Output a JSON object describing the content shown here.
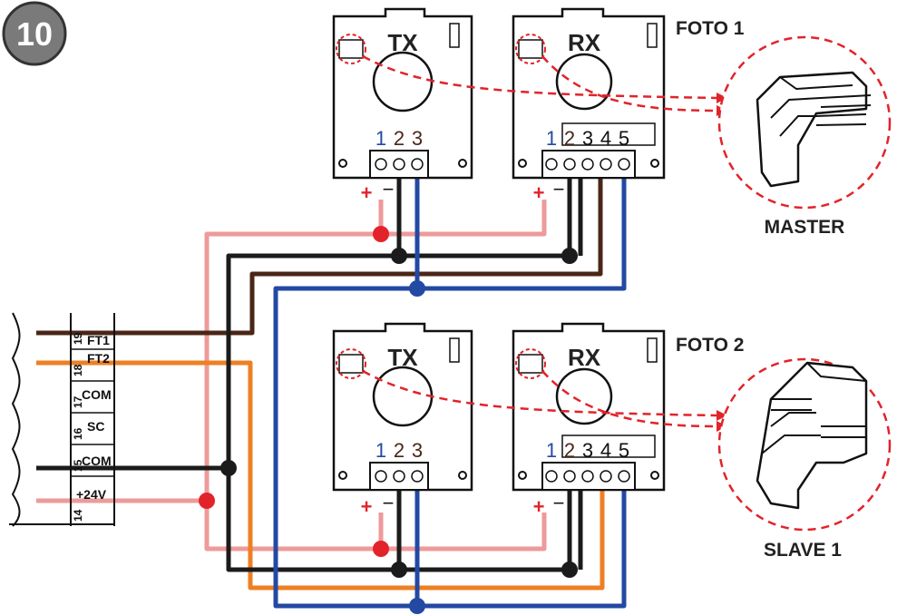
{
  "figure": {
    "step_number": "10",
    "photocell_1": {
      "label": "FOTO 1",
      "tx": "TX",
      "rx": "RX",
      "tx_terminals": [
        "1",
        "2",
        "3"
      ],
      "rx_terminals": [
        "1",
        "2",
        "3",
        "4",
        "5"
      ]
    },
    "photocell_2": {
      "label": "FOTO 2",
      "tx": "TX",
      "rx": "RX",
      "tx_terminals": [
        "1",
        "2",
        "3"
      ],
      "rx_terminals": [
        "1",
        "2",
        "3",
        "4",
        "5"
      ]
    },
    "jumper_1": {
      "label": "MASTER"
    },
    "jumper_2": {
      "label": "SLAVE 1"
    },
    "polarity": {
      "plus": "+",
      "minus": "−"
    },
    "terminal_block": [
      {
        "number": "19",
        "name": "FT1"
      },
      {
        "number": "18",
        "name": "FT2"
      },
      {
        "number": "17",
        "name": "COM"
      },
      {
        "number": "16",
        "name": "SC"
      },
      {
        "number": "15",
        "name": "COM"
      },
      {
        "number": "14",
        "name": "+24V"
      }
    ],
    "colors": {
      "red": "#e2232a",
      "black": "#1b1b1b",
      "brown": "#4a2617",
      "blue": "#2349a3",
      "orange": "#ee7f22",
      "pink": "#ee9a9a"
    }
  }
}
